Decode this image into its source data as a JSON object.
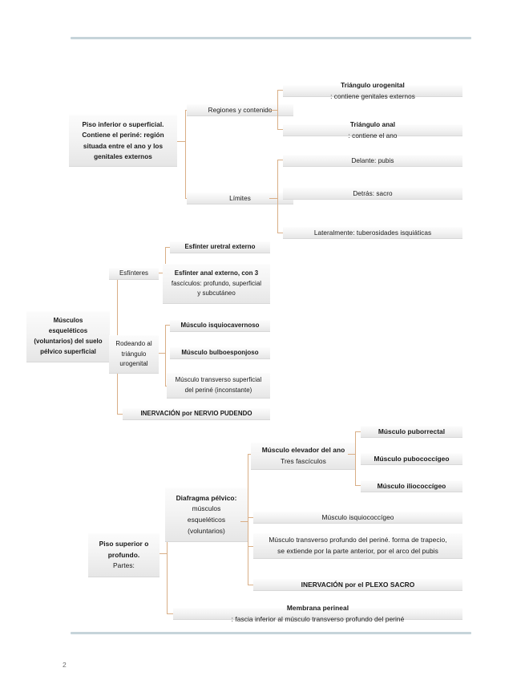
{
  "document": {
    "page_number": "2",
    "accent_rule_color": "#c6d4da",
    "connector_color": "#d9ae86",
    "box_fill_color": "#f1f1f1"
  },
  "diagram": {
    "type": "hierarchy-mindmap",
    "branches": [
      {
        "id": "piso-inferior",
        "root": "Piso inferior o superficial. Contiene el periné: región situada entre el ano y los genitales externos",
        "root_lines": [
          "Piso inferior o superficial.",
          "Contiene el periné: región",
          "situada entre el ano y los",
          "genitales externos"
        ],
        "children": [
          {
            "label": "Regiones y contenido",
            "children": [
              {
                "bold": "Triángulo urogenital",
                "rest": ": contiene genitales externos"
              },
              {
                "bold": "Triángulo anal",
                "rest": ": contiene el ano"
              }
            ]
          },
          {
            "label": "Límites",
            "children": [
              {
                "bold": "",
                "rest": "Delante: pubis"
              },
              {
                "bold": "",
                "rest": "Detrás: sacro"
              },
              {
                "bold": "",
                "rest": "Lateralmente: tuberosidades isquiáticas"
              }
            ]
          }
        ]
      },
      {
        "id": "musculos-esqueleticos",
        "root_lines": [
          "Músculos",
          "esqueléticos",
          "(voluntarios) del suelo",
          "pélvico superficial"
        ],
        "children": [
          {
            "label": "Esfínteres",
            "children": [
              {
                "text": "Esfínter uretral externo"
              },
              {
                "text": "Esfínter anal externo, con 3 fascículos: profundo, superficial y subcutáneo",
                "lines": [
                  "Esfínter anal externo, con 3",
                  "fascículos: profundo, superficial",
                  "y subcutáneo"
                ]
              }
            ]
          },
          {
            "label_lines": [
              "Rodeando al",
              "triángulo",
              "urogenital"
            ],
            "children": [
              {
                "text": "Músculo isquiocavernoso"
              },
              {
                "text": "Músculo bulboesponjoso"
              },
              {
                "text": "Músculo transverso superficial del periné (inconstante)",
                "lines": [
                  "Músculo transverso superficial",
                  "del periné (inconstante)"
                ]
              }
            ]
          }
        ],
        "footer": "INERVACIÓN por NERVIO PUDENDO"
      },
      {
        "id": "piso-superior",
        "root_lines": [
          "Piso superior o",
          "profundo.",
          "Partes:"
        ],
        "children": [
          {
            "label_lines": [
              "Diafragma pélvico:",
              "músculos",
              "esqueléticos",
              "(voluntarios)"
            ],
            "children": [
              {
                "label_lines": [
                  "Músculo elevador del ano",
                  "Tres fascículos"
                ],
                "children": [
                  {
                    "text": "Músculo puborrectal"
                  },
                  {
                    "text": "Músculo pubococcígeo"
                  },
                  {
                    "text": "Músculo iliococcígeo"
                  }
                ]
              },
              {
                "text": "Músculo isquiococcígeo"
              },
              {
                "text": "Músculo transverso profundo del periné. forma de trapecio, se extiende por la parte anterior, por el arco del pubis",
                "lines": [
                  "Músculo transverso profundo del periné. forma de trapecio,",
                  "se extiende por la parte anterior, por el arco del pubis"
                ]
              },
              {
                "text": "INERVACIÓN por el PLEXO SACRO"
              }
            ]
          },
          {
            "bold": "Membrana perineal",
            "rest": ": fascia inferior al músculo transverso profundo del periné"
          }
        ]
      }
    ]
  },
  "nodes": {
    "b1_root_l1": "Piso inferior o superficial.",
    "b1_root_l2": "Contiene el periné: región",
    "b1_root_l3": "situada entre el ano y los",
    "b1_root_l4": "genitales externos",
    "b1_regiones": "Regiones y contenido",
    "b1_limites": "Límites",
    "b1_tri_uro_b": "Triángulo urogenital",
    "b1_tri_uro_r": ": contiene genitales externos",
    "b1_tri_anal_b": "Triángulo anal",
    "b1_tri_anal_r": ": contiene el ano",
    "b1_delante": "Delante: pubis",
    "b1_detras": "Detrás: sacro",
    "b1_lateral": "Lateralmente: tuberosidades isquiáticas",
    "b2_root_l1": "Músculos",
    "b2_root_l2": "esqueléticos",
    "b2_root_l3": "(voluntarios) del suelo",
    "b2_root_l4": "pélvico superficial",
    "b2_esfinteres": "Esfínteres",
    "b2_rodeando_l1": "Rodeando al",
    "b2_rodeando_l2": "triángulo",
    "b2_rodeando_l3": "urogenital",
    "b2_esf_uretral": "Esfínter uretral externo",
    "b2_esf_anal_l1": "Esfínter anal externo, con 3",
    "b2_esf_anal_l2": "fascículos: profundo, superficial",
    "b2_esf_anal_l3": "y subcutáneo",
    "b2_isquiocavernoso": "Músculo isquiocavernoso",
    "b2_bulboesponjoso": "Músculo bulboesponjoso",
    "b2_transv_sup_l1": "Músculo transverso superficial",
    "b2_transv_sup_l2": "del periné (inconstante)",
    "b2_inervacion": "INERVACIÓN por NERVIO PUDENDO",
    "b3_root_l1": "Piso superior o",
    "b3_root_l2": "profundo.",
    "b3_root_l3": "Partes:",
    "b3_diaf_l1": "Diafragma pélvico:",
    "b3_diaf_l2": "músculos",
    "b3_diaf_l3": "esqueléticos",
    "b3_diaf_l4": "(voluntarios)",
    "b3_elevador_l1": "Músculo elevador del ano",
    "b3_elevador_l2": "Tres fascículos",
    "b3_puborrectal": "Músculo puborrectal",
    "b3_pubococcigeo": "Músculo pubococcígeo",
    "b3_iliococcigeo": "Músculo iliococcígeo",
    "b3_isquiococcigeo": "Músculo isquiococcígeo",
    "b3_transv_prof_l1": "Músculo transverso profundo del periné. forma de trapecio,",
    "b3_transv_prof_l2": "se extiende por la parte anterior, por el arco del pubis",
    "b3_inervacion": "INERVACIÓN por el PLEXO SACRO",
    "b3_membrana_b": "Membrana perineal",
    "b3_membrana_r": ": fascia inferior al músculo transverso profundo del periné"
  }
}
